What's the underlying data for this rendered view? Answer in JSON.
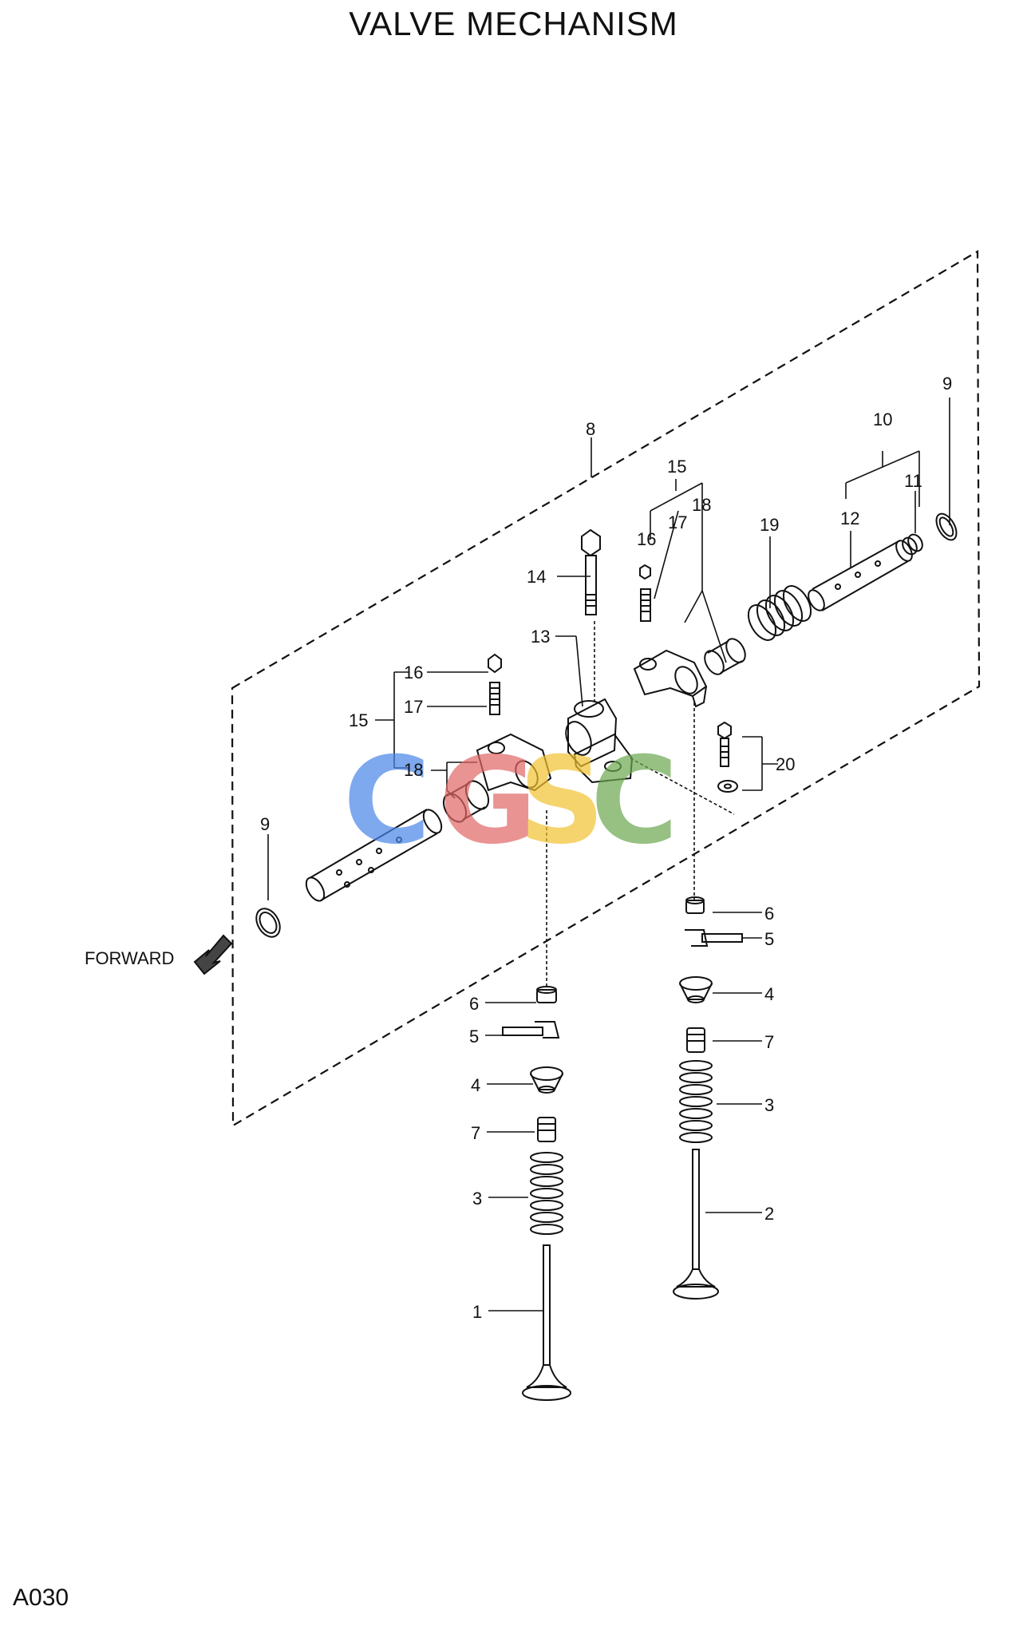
{
  "title": "VALVE MECHANISM",
  "page_ref": "A030",
  "forward_label": "FORWARD",
  "watermark": {
    "letters": [
      "C",
      "G",
      "S",
      "C"
    ],
    "colors": [
      "#4a86e8",
      "#e06666",
      "#f1c232",
      "#6aa84f"
    ]
  },
  "labels": {
    "l1": "1",
    "l2": "2",
    "l3a": "3",
    "l3b": "3",
    "l4a": "4",
    "l4b": "4",
    "l5a": "5",
    "l5b": "5",
    "l6a": "6",
    "l6b": "6",
    "l7a": "7",
    "l7b": "7",
    "l8": "8",
    "l9a": "9",
    "l9b": "9",
    "l10": "10",
    "l11": "11",
    "l12": "12",
    "l13": "13",
    "l14": "14",
    "l15a": "15",
    "l15b": "15",
    "l16a": "16",
    "l16b": "16",
    "l17a": "17",
    "l17b": "17",
    "l18a": "18",
    "l18b": "18",
    "l19": "19",
    "l20": "20"
  }
}
